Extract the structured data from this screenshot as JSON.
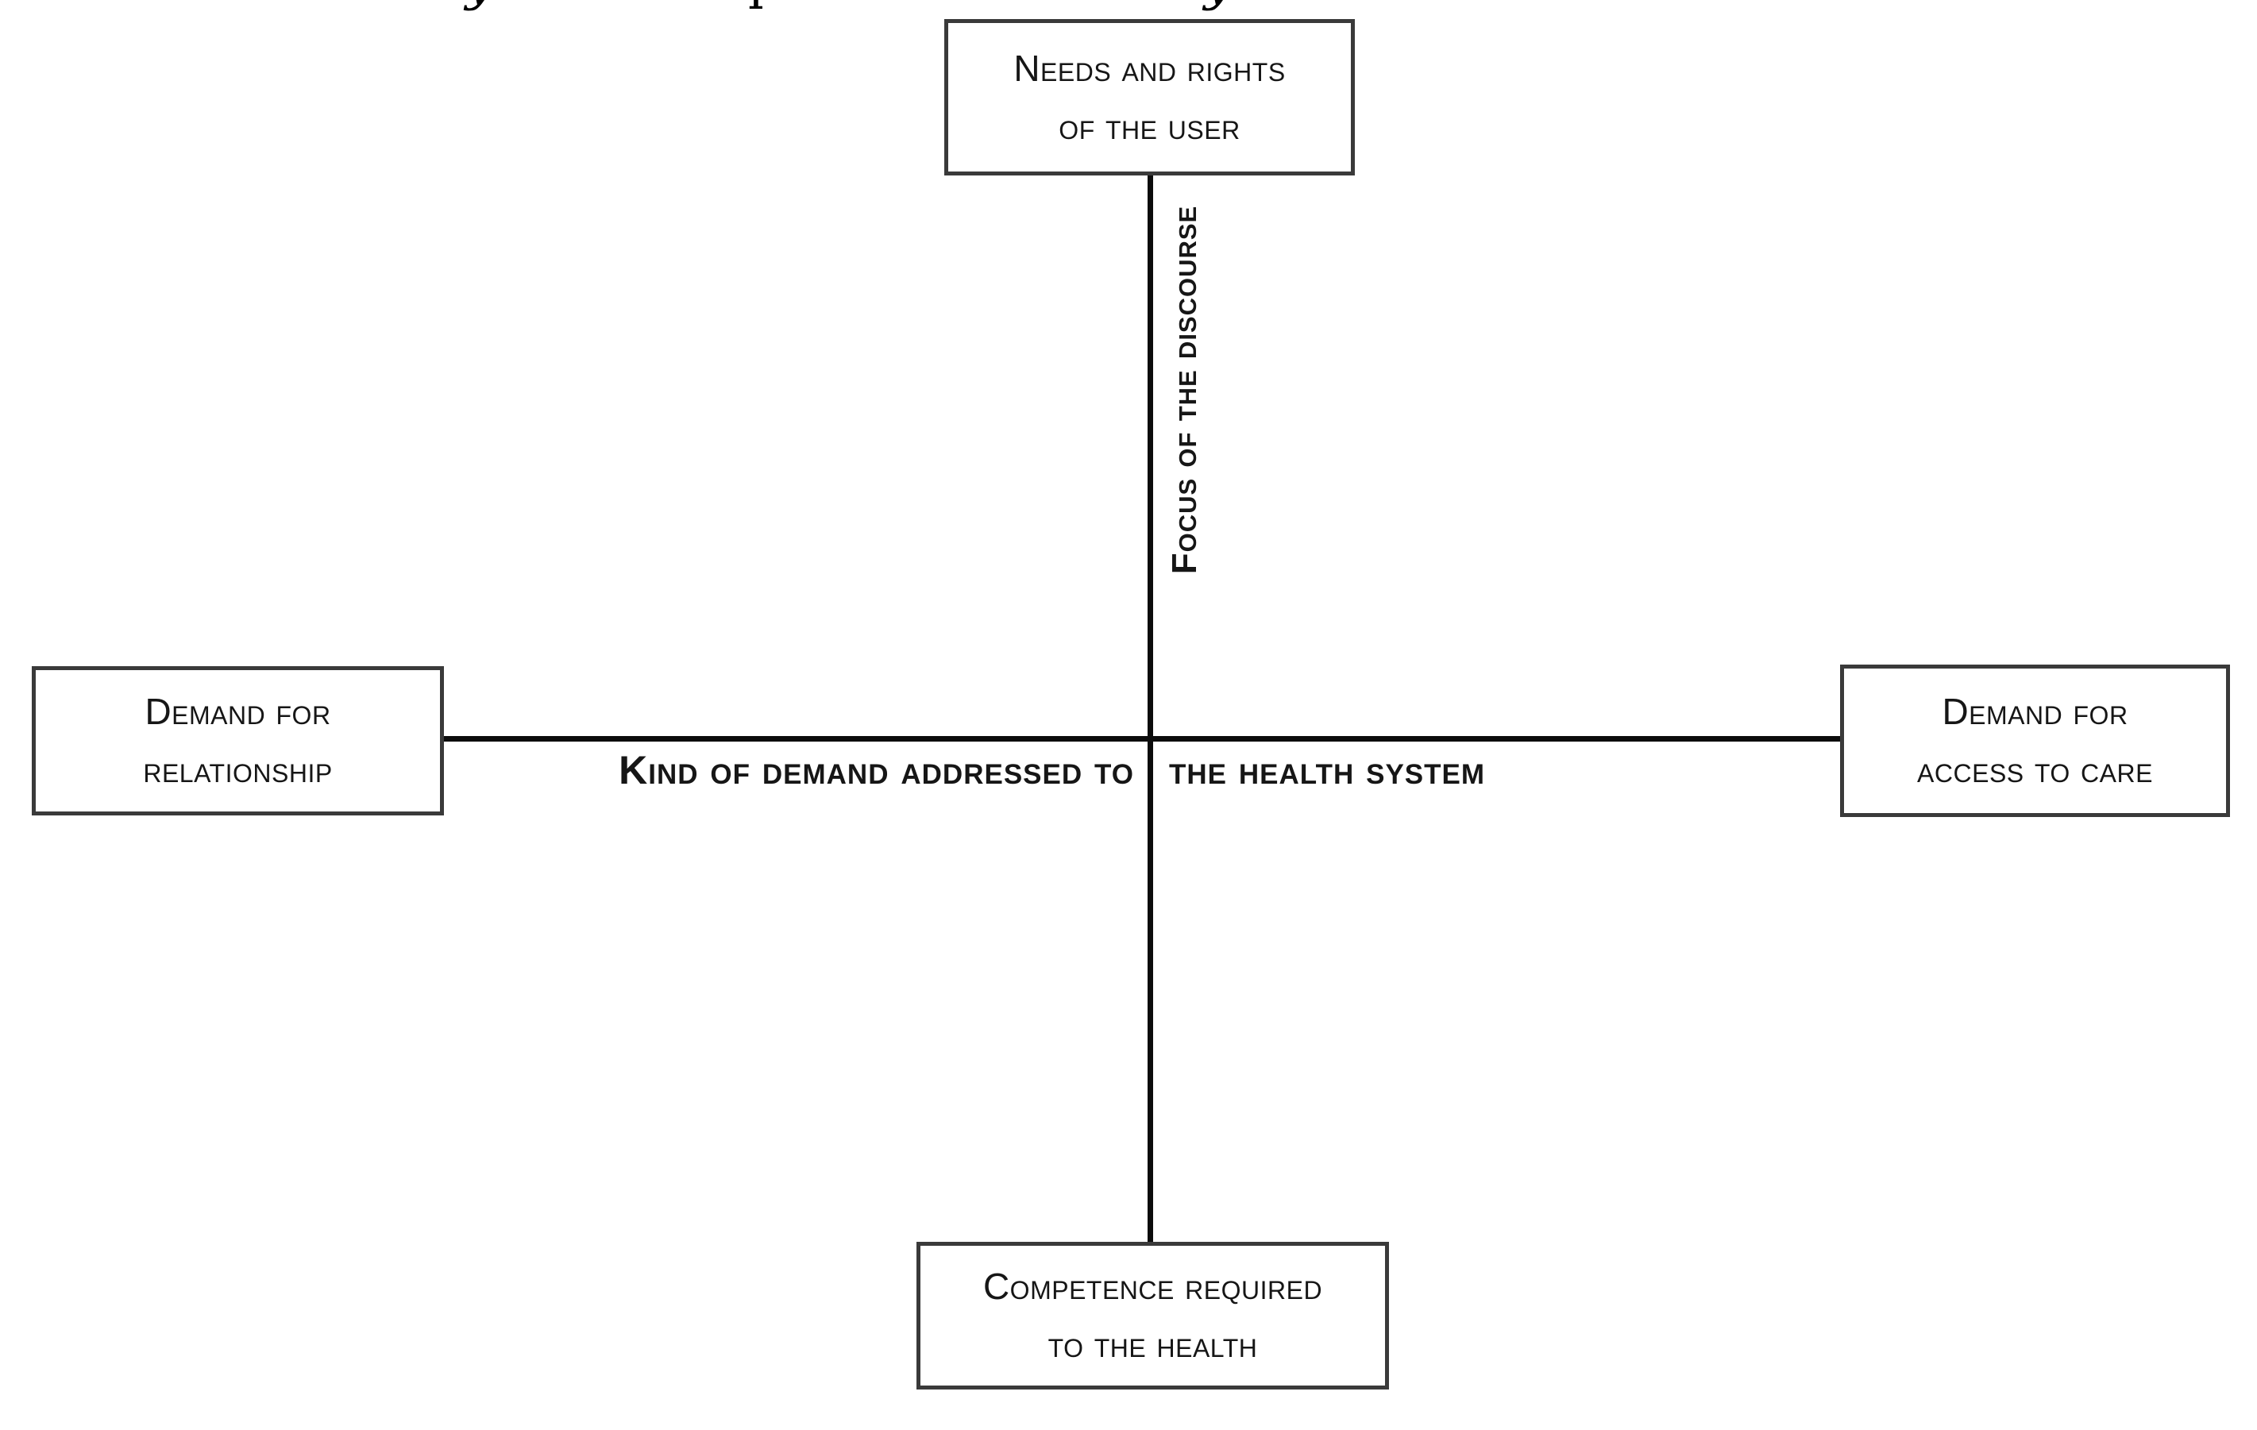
{
  "fragments": [
    "y",
    "p",
    "y"
  ],
  "boxes": {
    "top": {
      "line1": "Needs and rights",
      "line2": "of the user"
    },
    "left": {
      "line1": "Demand for",
      "line2": "relationship"
    },
    "right": {
      "line1": "Demand for",
      "line2": "access to care"
    },
    "bottom": {
      "line1": "Competence required",
      "line2": "to the health"
    }
  },
  "axes": {
    "vertical_label": "Focus of the discourse",
    "horizontal_label_left": "Kind of demand addressed to",
    "horizontal_label_right": "the health system"
  },
  "colors": {
    "line": "#0c0c0c",
    "box_border": "#3a3a3a",
    "text": "#161616",
    "background": "#ffffff"
  }
}
